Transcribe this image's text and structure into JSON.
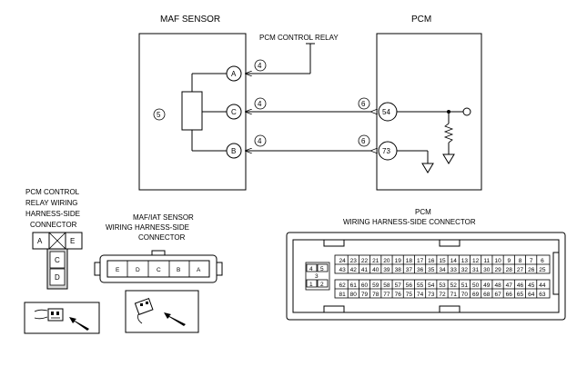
{
  "labels": {
    "maf_sensor": "MAF SENSOR",
    "pcm": "PCM",
    "pcm_control_relay": "PCM CONTROL RELAY",
    "maf_term_a": "A",
    "maf_term_c": "C",
    "maf_term_b": "B",
    "pcm_term_54": "54",
    "pcm_term_73": "73",
    "callout_4": "4",
    "callout_5": "5",
    "callout_6": "6"
  },
  "relay_connector": {
    "title_lines": [
      "PCM CONTROL",
      "RELAY WIRING",
      "HARNESS-SIDE",
      "CONNECTOR"
    ],
    "pins": {
      "a": "A",
      "e": "E",
      "c": "C",
      "d": "D"
    }
  },
  "maf_connector": {
    "title_lines": [
      "MAF/IAT SENSOR",
      "WIRING HARNESS-SIDE",
      "CONNECTOR"
    ],
    "pins": [
      "E",
      "D",
      "C",
      "B",
      "A"
    ]
  },
  "pcm_connector": {
    "title_lines": [
      "PCM",
      "WIRING HARNESS-SIDE CONNECTOR"
    ],
    "small_pins": {
      "top": [
        "4",
        "5"
      ],
      "mid": [
        "3"
      ],
      "bottom": [
        "1",
        "2"
      ]
    },
    "rows": [
      [
        "24",
        "23",
        "22",
        "21",
        "20",
        "19",
        "18",
        "17",
        "16",
        "15",
        "14",
        "13",
        "12",
        "11",
        "10",
        "9",
        "8",
        "7",
        "6"
      ],
      [
        "43",
        "42",
        "41",
        "40",
        "39",
        "38",
        "37",
        "36",
        "35",
        "34",
        "33",
        "32",
        "31",
        "30",
        "29",
        "28",
        "27",
        "26",
        "25"
      ],
      [
        "62",
        "61",
        "60",
        "59",
        "58",
        "57",
        "56",
        "55",
        "54",
        "53",
        "52",
        "51",
        "50",
        "49",
        "48",
        "47",
        "46",
        "45",
        "44"
      ],
      [
        "81",
        "80",
        "79",
        "78",
        "77",
        "76",
        "75",
        "74",
        "73",
        "72",
        "71",
        "70",
        "69",
        "68",
        "67",
        "66",
        "65",
        "64",
        "63"
      ]
    ]
  }
}
